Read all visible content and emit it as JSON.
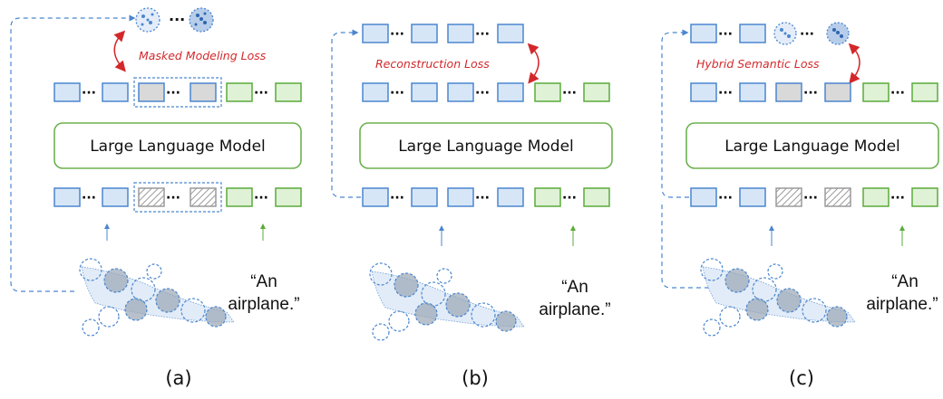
{
  "panels": [
    {
      "id": "a",
      "label": "(a)",
      "loss": "Masked Modeling Loss",
      "llm": "Large Language Model",
      "caption_line1": "“An",
      "caption_line2": "airplane.”"
    },
    {
      "id": "b",
      "label": "(b)",
      "loss": "Reconstruction Loss",
      "llm": "Large Language Model",
      "caption_line1": "“An",
      "caption_line2": "airplane.”"
    },
    {
      "id": "c",
      "label": "(c)",
      "loss": "Hybrid Semantic Loss",
      "llm": "Large Language Model",
      "caption_line1": "“An",
      "caption_line2": "airplane.”"
    }
  ],
  "colors": {
    "blue_fill": "#d7e6f7",
    "blue_stroke": "#4a86cf",
    "green_fill": "#dff2d6",
    "green_stroke": "#5aab3a",
    "gray_fill": "#d9d9d9",
    "gray_stroke": "#9a9a9a",
    "loss_red": "#d3282b",
    "llm_border": "#6db24f"
  }
}
